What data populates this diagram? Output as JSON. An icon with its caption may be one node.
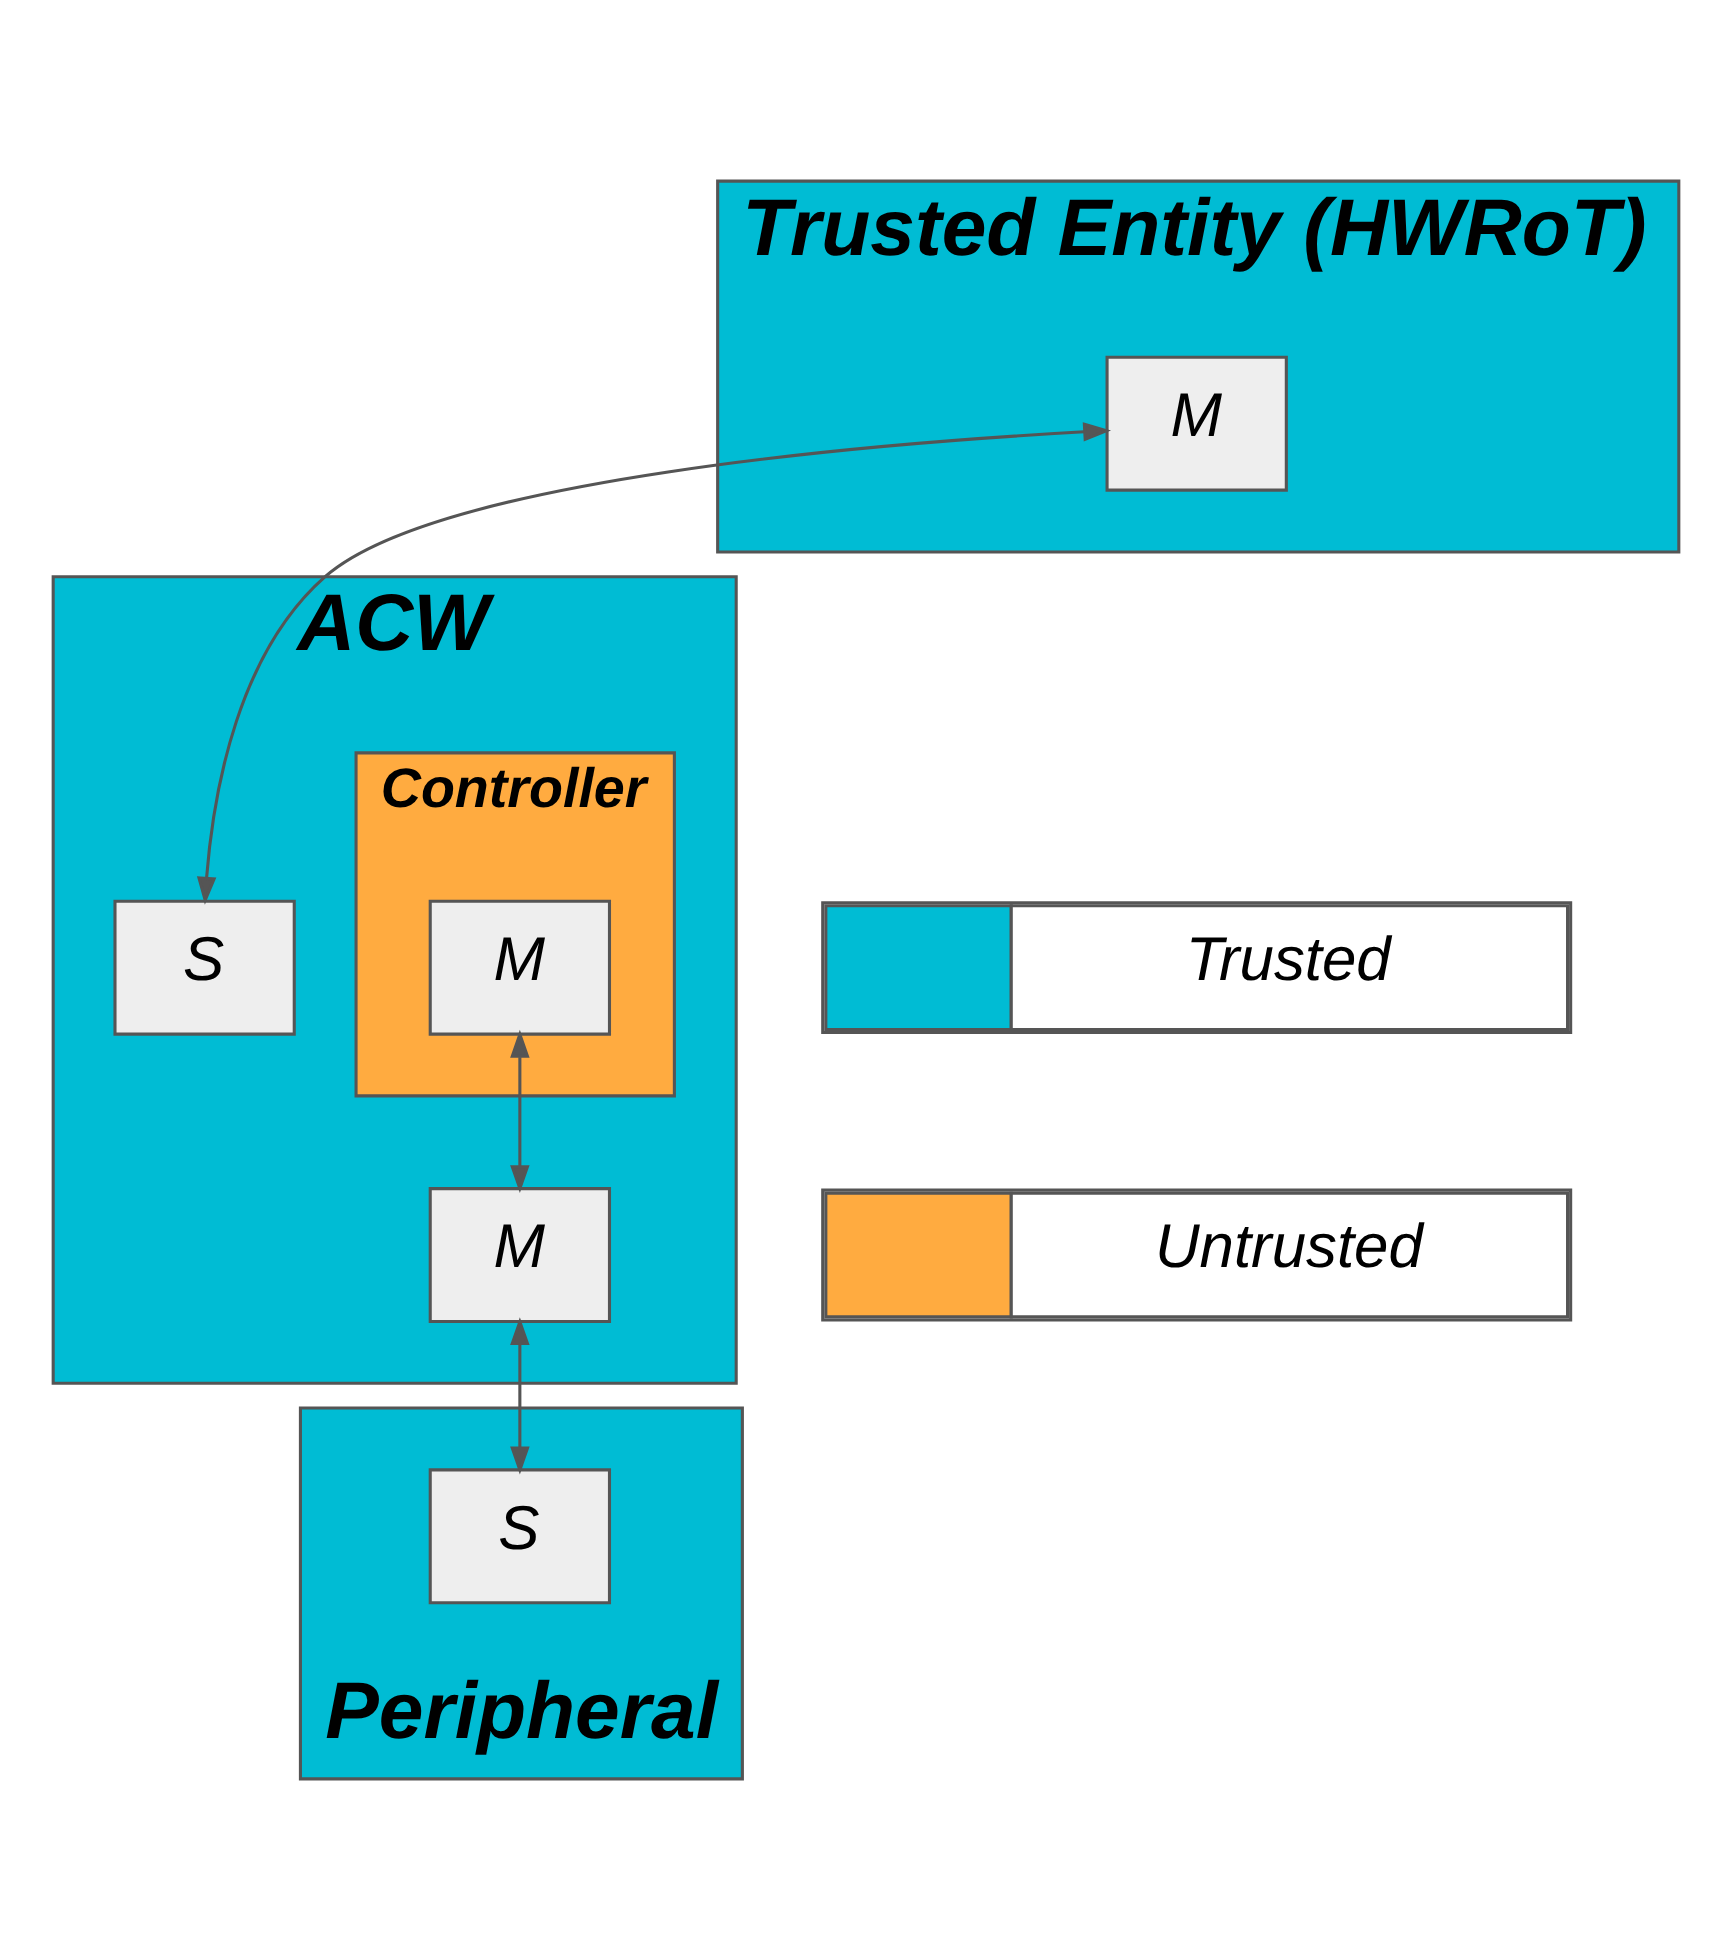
{
  "diagram": {
    "nodes": [
      {
        "text": [
          "Trusted Entity (HWRoT)"
        ]
      },
      {
        "text": [
          "M"
        ],
        "in": 0
      },
      {
        "text": [
          "ACW"
        ]
      },
      {
        "text": [
          "S"
        ],
        "in": 2
      },
      {
        "text": [
          "Controller"
        ],
        "in": 2
      },
      {
        "text": [
          "M"
        ],
        "in": 4
      },
      {
        "text": [
          "M"
        ],
        "in": 2
      },
      {
        "text": [
          "Peripheral"
        ]
      },
      {
        "text": [
          "S"
        ],
        "in": 7
      }
    ],
    "edges": [
      {
        "from": 1,
        "to": 3,
        "arrow": "both"
      },
      {
        "from": 5,
        "to": 6,
        "arrow": "both"
      },
      {
        "from": 6,
        "to": 8,
        "arrow": "both"
      }
    ],
    "legend": [
      {
        "text": "Trusted",
        "color": "#00bcd4"
      },
      {
        "text": "Untrusted",
        "color": "#ffab40"
      }
    ]
  }
}
